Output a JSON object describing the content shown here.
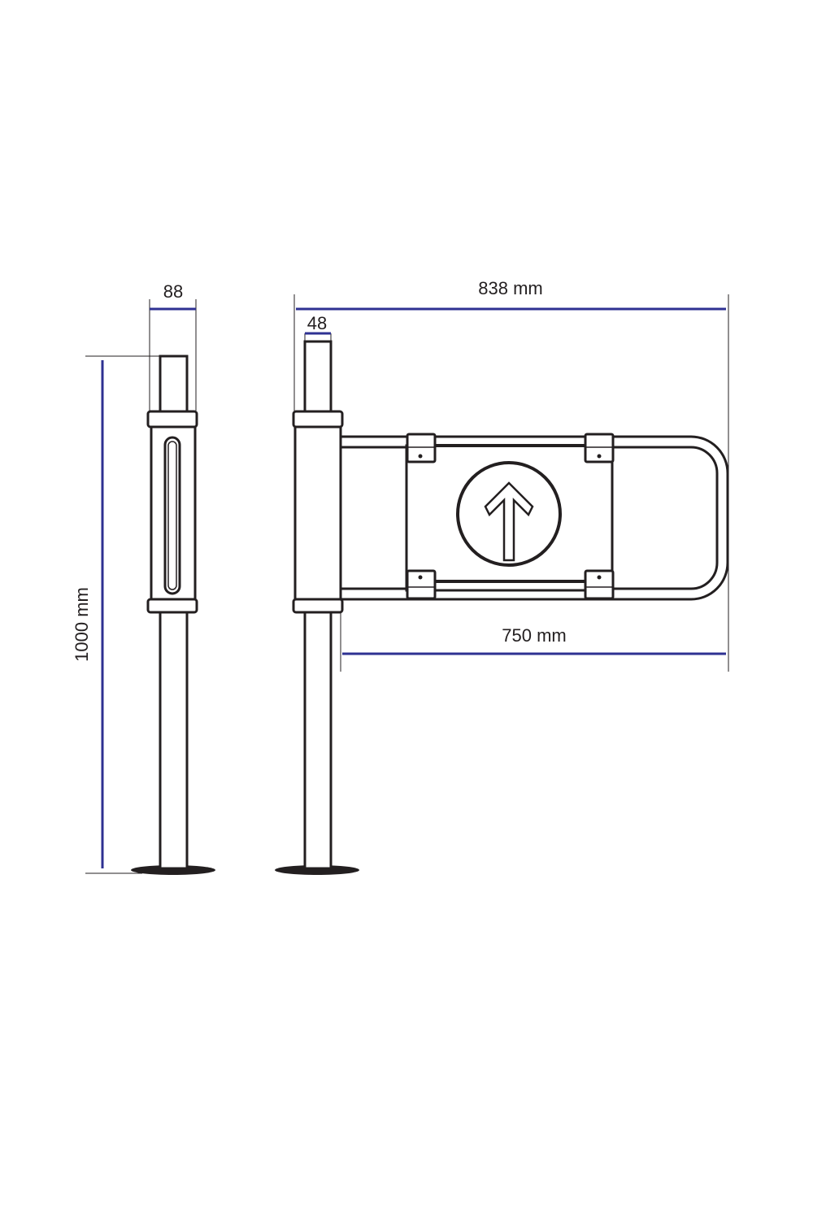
{
  "dimensions": {
    "side_width": "88",
    "overall_width": "838 mm",
    "post_width": "48",
    "height": "1000 mm",
    "arm_length": "750 mm"
  },
  "colors": {
    "dimension_line": "#2e3192",
    "outline": "#231f20",
    "background": "#ffffff"
  },
  "icons": {
    "gate_symbol": "arrow-up-icon"
  }
}
